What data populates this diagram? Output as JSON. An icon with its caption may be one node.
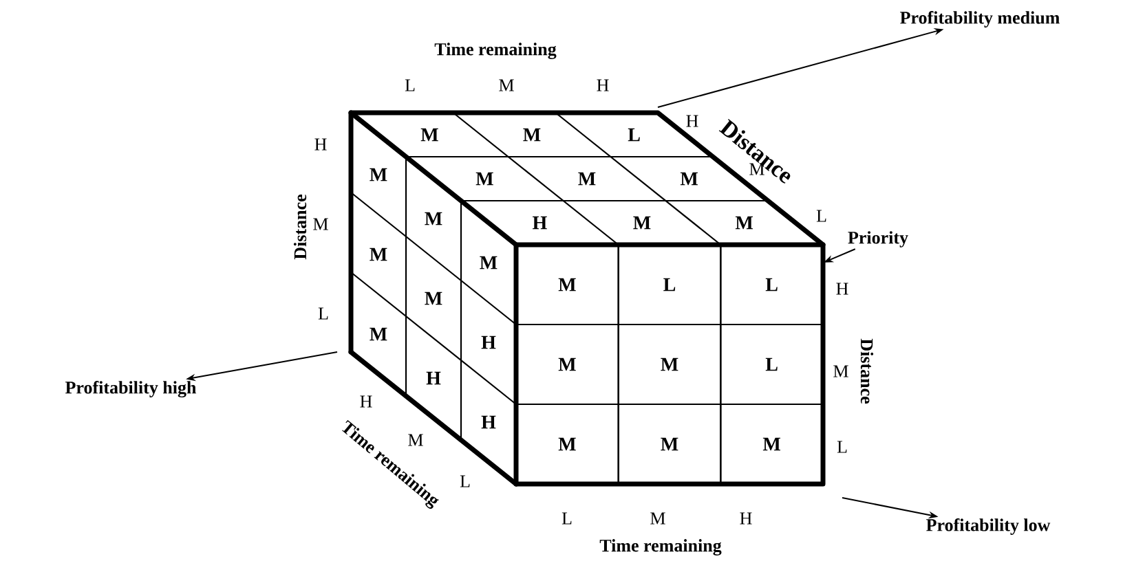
{
  "diagram": {
    "nodes": [
      {
        "text": [
          "Profitability medium"
        ]
      },
      {
        "text": [
          "Priority"
        ]
      },
      {
        "text": [
          "M"
        ]
      },
      {
        "text": [
          "L"
        ]
      },
      {
        "text": [
          "L"
        ]
      },
      {
        "text": [
          "M"
        ]
      },
      {
        "text": [
          "M"
        ]
      },
      {
        "text": [
          "L"
        ]
      },
      {
        "text": [
          "M"
        ]
      },
      {
        "text": [
          "M"
        ]
      },
      {
        "text": [
          "M"
        ]
      },
      {
        "text": [
          "Profitability high"
        ]
      },
      {
        "text": [
          "Profitability low"
        ]
      }
    ],
    "edges": [
      {
        "from": null,
        "to": 0,
        "arrow": "to"
      },
      {
        "from": 1,
        "to": 4,
        "arrow": "to"
      },
      {
        "from": null,
        "to": 11,
        "arrow": "to"
      },
      {
        "from": null,
        "to": 12,
        "arrow": "to"
      }
    ],
    "labels": [
      "Time remaining",
      "L",
      "M",
      "H",
      "Distance",
      "H",
      "M",
      "L",
      "M",
      "M",
      "L",
      "M",
      "M",
      "M",
      "H",
      "M",
      "M",
      "Distance",
      "H",
      "M",
      "L",
      "M",
      "M",
      "M",
      "M",
      "M",
      "H",
      "M",
      "H",
      "H",
      "H",
      "M",
      "L",
      "Time remaining",
      "H",
      "M",
      "L",
      "Distance",
      "L",
      "M",
      "H",
      "Time remaining"
    ]
  }
}
